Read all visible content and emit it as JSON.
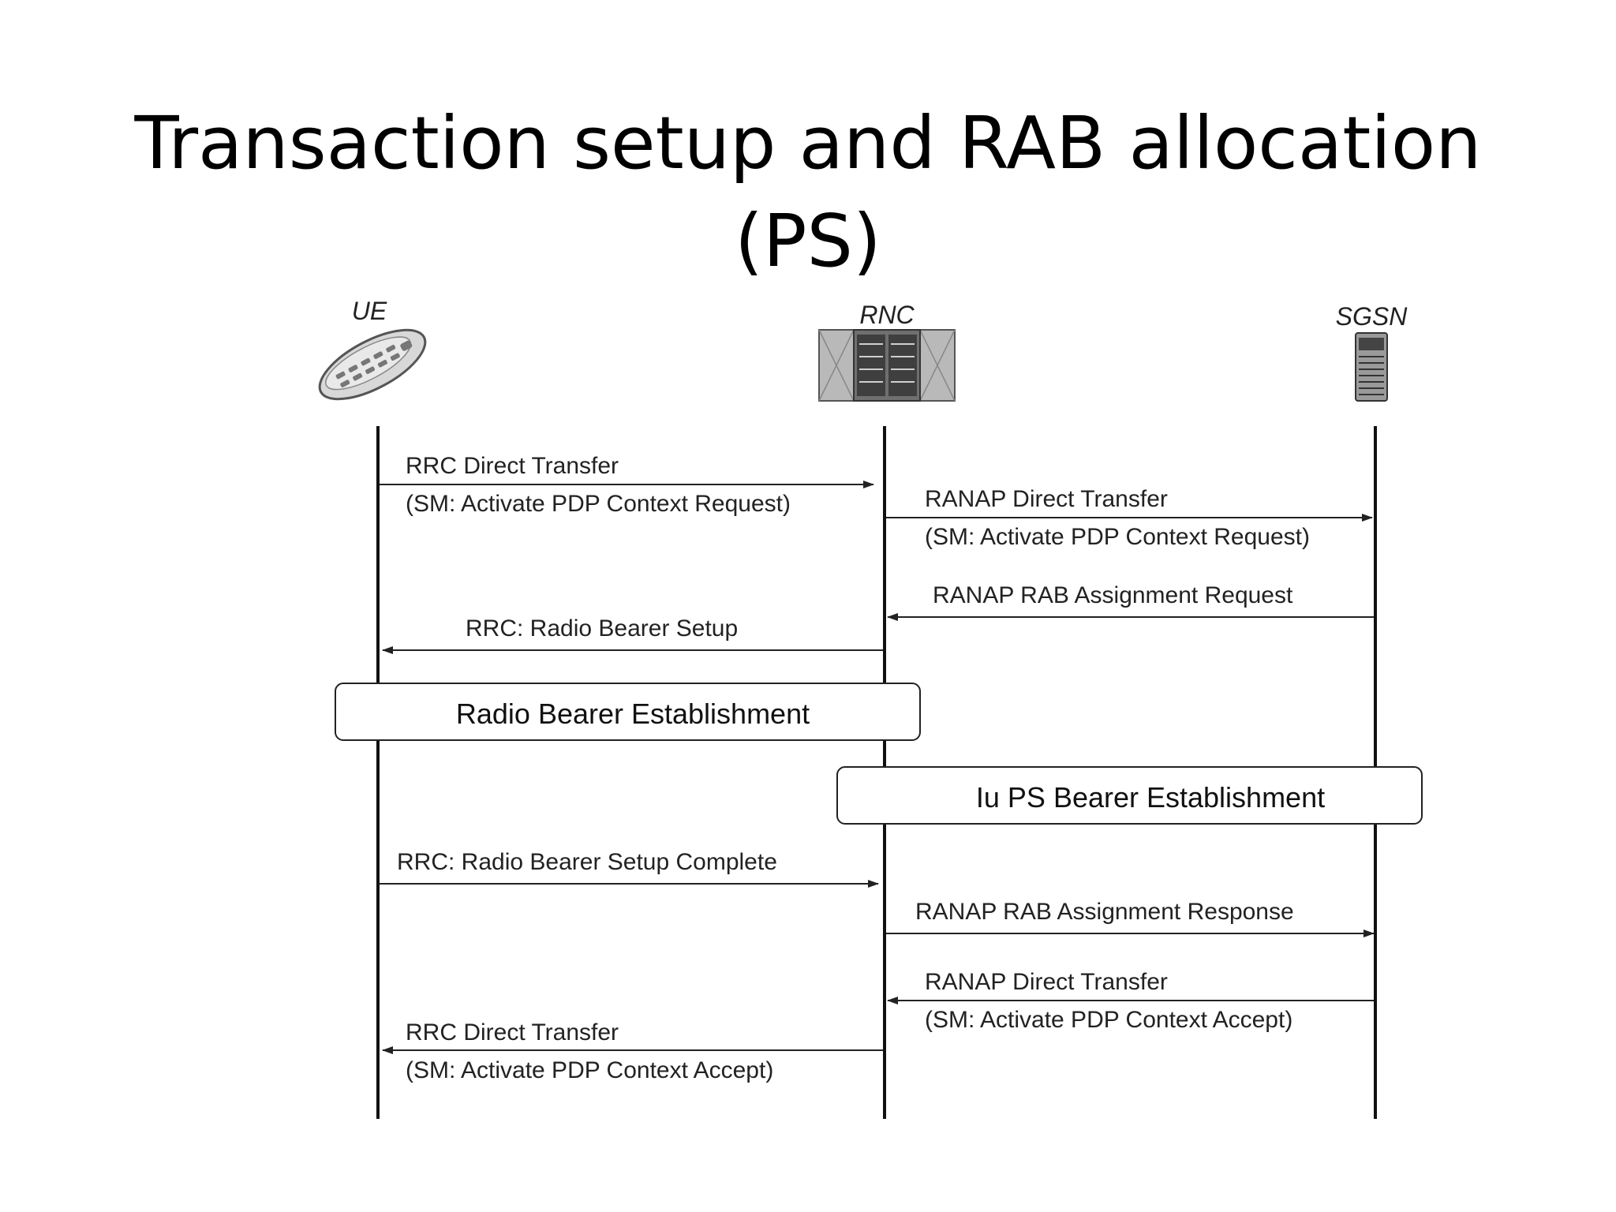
{
  "title": {
    "line1": "Transaction setup and RAB allocation",
    "line2": "(PS)"
  },
  "entities": {
    "ue": {
      "label": "UE",
      "icon": "mobile-phone-icon"
    },
    "rnc": {
      "label": "RNC",
      "icon": "rnc-cabinet-icon"
    },
    "sgsn": {
      "label": "SGSN",
      "icon": "server-tower-icon"
    }
  },
  "messages": [
    {
      "from": "UE",
      "to": "RNC",
      "line1": "RRC Direct Transfer",
      "line2": "(SM: Activate PDP Context Request)"
    },
    {
      "from": "RNC",
      "to": "SGSN",
      "line1": "RANAP Direct Transfer",
      "line2": "(SM: Activate PDP Context Request)"
    },
    {
      "from": "SGSN",
      "to": "RNC",
      "line1": "RANAP RAB Assignment Request",
      "line2": ""
    },
    {
      "from": "RNC",
      "to": "UE",
      "line1": "RRC: Radio Bearer Setup",
      "line2": ""
    },
    {
      "from": "UE",
      "to": "RNC",
      "line1": "RRC: Radio Bearer Setup Complete",
      "line2": ""
    },
    {
      "from": "RNC",
      "to": "SGSN",
      "line1": "RANAP RAB Assignment Response",
      "line2": ""
    },
    {
      "from": "SGSN",
      "to": "RNC",
      "line1": "RANAP Direct Transfer",
      "line2": "(SM: Activate PDP Context Accept)"
    },
    {
      "from": "RNC",
      "to": "UE",
      "line1": "RRC Direct Transfer",
      "line2": "(SM: Activate PDP Context Accept)"
    }
  ],
  "phases": [
    {
      "label": "Radio Bearer Establishment",
      "span": [
        "UE",
        "RNC"
      ]
    },
    {
      "label": "Iu PS Bearer Establishment",
      "span": [
        "RNC",
        "SGSN"
      ]
    }
  ]
}
